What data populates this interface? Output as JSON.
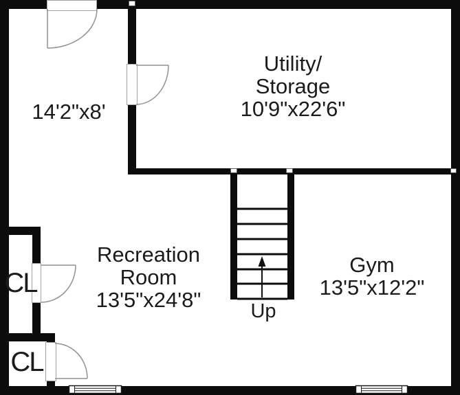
{
  "floor_plan": {
    "rooms": {
      "bonus_room": {
        "dims": "14'2\"x8'"
      },
      "utility_storage": {
        "name_line1": "Utility/",
        "name_line2": "Storage",
        "dims": "10'9\"x22'6\""
      },
      "recreation_room": {
        "name_line1": "Recreation",
        "name_line2": "Room",
        "dims": "13'5\"x24'8\""
      },
      "gym": {
        "name": "Gym",
        "dims": "13'5\"x12'2\""
      }
    },
    "closets": {
      "upper": {
        "label": "CL"
      },
      "lower": {
        "label": "CL"
      }
    },
    "stairs": {
      "direction_label": "Up"
    },
    "colors": {
      "wall": "#0c0c0c",
      "door_outline": "#919191",
      "text": "#1b1b1b",
      "background": "#ffffff"
    }
  }
}
